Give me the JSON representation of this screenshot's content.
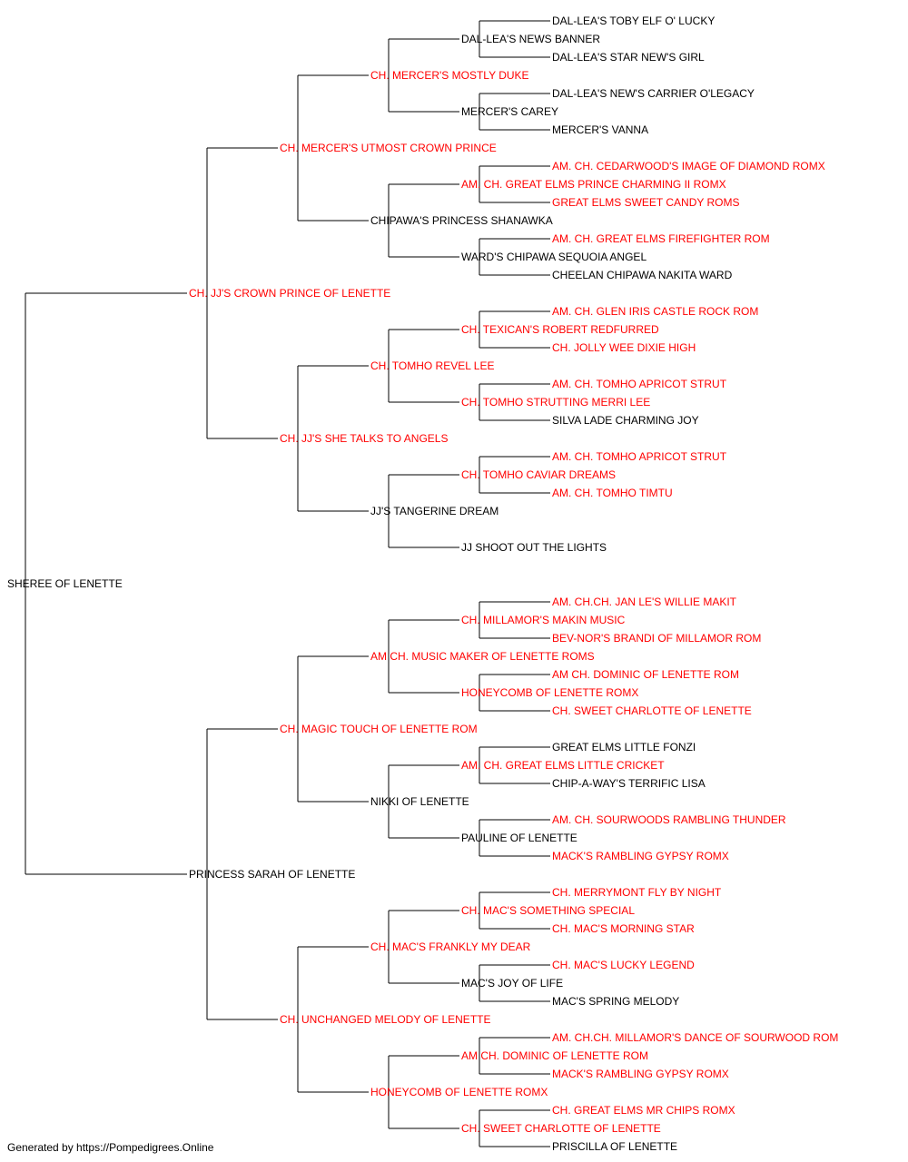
{
  "colors": {
    "champion": "#ff0000",
    "regular": "#000000",
    "line": "#000000"
  },
  "pedigree": [
    {
      "id": "root",
      "name": "SHEREE OF LENETTE",
      "champion": false
    },
    {
      "id": "s",
      "name": "CH. JJ'S CROWN PRINCE OF LENETTE",
      "champion": true
    },
    {
      "id": "d",
      "name": "PRINCESS SARAH OF LENETTE",
      "champion": false
    },
    {
      "id": "ss",
      "name": "CH. MERCER'S UTMOST CROWN PRINCE",
      "champion": true
    },
    {
      "id": "sd",
      "name": "CH. JJ'S SHE TALKS TO ANGELS",
      "champion": true
    },
    {
      "id": "ds",
      "name": "CH. MAGIC TOUCH OF LENETTE ROM",
      "champion": true
    },
    {
      "id": "dd",
      "name": "CH. UNCHANGED MELODY OF LENETTE",
      "champion": true
    },
    {
      "id": "sss",
      "name": "CH. MERCER'S MOSTLY DUKE",
      "champion": true
    },
    {
      "id": "ssd",
      "name": "CHIPAWA'S PRINCESS SHANAWKA",
      "champion": false
    },
    {
      "id": "sds",
      "name": "CH. TOMHO REVEL LEE",
      "champion": true
    },
    {
      "id": "sdd",
      "name": "JJ'S TANGERINE DREAM",
      "champion": false
    },
    {
      "id": "dss",
      "name": "AM CH. MUSIC MAKER OF LENETTE ROMS",
      "champion": true
    },
    {
      "id": "dsd",
      "name": "NIKKI OF LENETTE",
      "champion": false
    },
    {
      "id": "dds",
      "name": "CH. MAC'S FRANKLY MY DEAR",
      "champion": true
    },
    {
      "id": "ddd",
      "name": "HONEYCOMB OF LENETTE ROMX",
      "champion": true
    },
    {
      "id": "ssss",
      "name": "DAL-LEA'S NEWS BANNER",
      "champion": false
    },
    {
      "id": "sssd",
      "name": "MERCER'S CAREY",
      "champion": false
    },
    {
      "id": "ssds",
      "name": "AM. CH. GREAT ELMS PRINCE CHARMING II ROMX",
      "champion": true
    },
    {
      "id": "ssdd",
      "name": "WARD'S CHIPAWA SEQUOIA ANGEL",
      "champion": false
    },
    {
      "id": "sdss",
      "name": "CH. TEXICAN'S ROBERT REDFURRED",
      "champion": true
    },
    {
      "id": "sdsd",
      "name": "CH. TOMHO STRUTTING MERRI LEE",
      "champion": true
    },
    {
      "id": "sdds",
      "name": "CH. TOMHO CAVIAR DREAMS",
      "champion": true
    },
    {
      "id": "sddd",
      "name": "JJ SHOOT OUT THE LIGHTS",
      "champion": false
    },
    {
      "id": "dsss",
      "name": "CH. MILLAMOR'S MAKIN MUSIC",
      "champion": true
    },
    {
      "id": "dssd",
      "name": "HONEYCOMB OF LENETTE ROMX",
      "champion": true
    },
    {
      "id": "dsds",
      "name": "AM. CH. GREAT ELMS LITTLE CRICKET",
      "champion": true
    },
    {
      "id": "dsdd",
      "name": "PAULINE OF LENETTE",
      "champion": false
    },
    {
      "id": "ddss",
      "name": "CH. MAC'S SOMETHING SPECIAL",
      "champion": true
    },
    {
      "id": "ddsd",
      "name": "MAC'S JOY OF LIFE",
      "champion": false
    },
    {
      "id": "ddds",
      "name": "AM CH. DOMINIC OF LENETTE ROM",
      "champion": true
    },
    {
      "id": "dddd",
      "name": "CH. SWEET CHARLOTTE OF LENETTE",
      "champion": true
    },
    {
      "id": "sssss",
      "name": "DAL-LEA'S TOBY ELF O' LUCKY",
      "champion": false
    },
    {
      "id": "ssssd",
      "name": "DAL-LEA'S STAR NEW'S GIRL",
      "champion": false
    },
    {
      "id": "sssds",
      "name": "DAL-LEA'S NEW'S CARRIER O'LEGACY",
      "champion": false
    },
    {
      "id": "sssdd",
      "name": "MERCER'S VANNA",
      "champion": false
    },
    {
      "id": "ssdss",
      "name": "AM. CH. CEDARWOOD'S IMAGE OF DIAMOND ROMX",
      "champion": true
    },
    {
      "id": "ssdsd",
      "name": "GREAT ELMS SWEET CANDY ROMS",
      "champion": true
    },
    {
      "id": "ssdds",
      "name": "AM. CH. GREAT ELMS FIREFIGHTER ROM",
      "champion": true
    },
    {
      "id": "ssddd",
      "name": "CHEELAN CHIPAWA NAKITA WARD",
      "champion": false
    },
    {
      "id": "sdsss",
      "name": "AM. CH. GLEN IRIS CASTLE ROCK ROM",
      "champion": true
    },
    {
      "id": "sdssd",
      "name": "CH. JOLLY WEE DIXIE HIGH",
      "champion": true
    },
    {
      "id": "sdsds",
      "name": "AM. CH. TOMHO APRICOT STRUT",
      "champion": true
    },
    {
      "id": "sdsdd",
      "name": "SILVA LADE CHARMING JOY",
      "champion": false
    },
    {
      "id": "sddss",
      "name": "AM. CH. TOMHO APRICOT STRUT",
      "champion": true
    },
    {
      "id": "sddsd",
      "name": "AM. CH. TOMHO TIMTU",
      "champion": true
    },
    {
      "id": "dssss",
      "name": "AM. CH.CH. JAN LE'S WILLIE MAKIT",
      "champion": true
    },
    {
      "id": "dsssd",
      "name": "BEV-NOR'S BRANDI OF MILLAMOR ROM",
      "champion": true
    },
    {
      "id": "dssds",
      "name": "AM CH. DOMINIC OF LENETTE ROM",
      "champion": true
    },
    {
      "id": "dssdd",
      "name": "CH. SWEET CHARLOTTE OF LENETTE",
      "champion": true
    },
    {
      "id": "dsdss",
      "name": "GREAT ELMS LITTLE FONZI",
      "champion": false
    },
    {
      "id": "dsdsd",
      "name": "CHIP-A-WAY'S TERRIFIC LISA",
      "champion": false
    },
    {
      "id": "dsdds",
      "name": "AM. CH. SOURWOODS RAMBLING THUNDER",
      "champion": true
    },
    {
      "id": "dsddd",
      "name": "MACK'S RAMBLING GYPSY ROMX",
      "champion": true
    },
    {
      "id": "ddsss",
      "name": "CH. MERRYMONT FLY BY NIGHT",
      "champion": true
    },
    {
      "id": "ddssd",
      "name": "CH. MAC'S MORNING STAR",
      "champion": true
    },
    {
      "id": "ddsds",
      "name": "CH. MAC'S LUCKY LEGEND",
      "champion": true
    },
    {
      "id": "ddsdd",
      "name": "MAC'S SPRING MELODY",
      "champion": false
    },
    {
      "id": "dddss",
      "name": "AM. CH.CH. MILLAMOR'S DANCE OF SOURWOOD ROM",
      "champion": true
    },
    {
      "id": "dddsd",
      "name": "MACK'S RAMBLING GYPSY ROMX",
      "champion": true
    },
    {
      "id": "dddds",
      "name": "CH. GREAT ELMS MR CHIPS ROMX",
      "champion": true
    },
    {
      "id": "ddddd",
      "name": "PRISCILLA OF LENETTE",
      "champion": false
    }
  ],
  "footer": "Generated by https://Pompedigrees.Online"
}
